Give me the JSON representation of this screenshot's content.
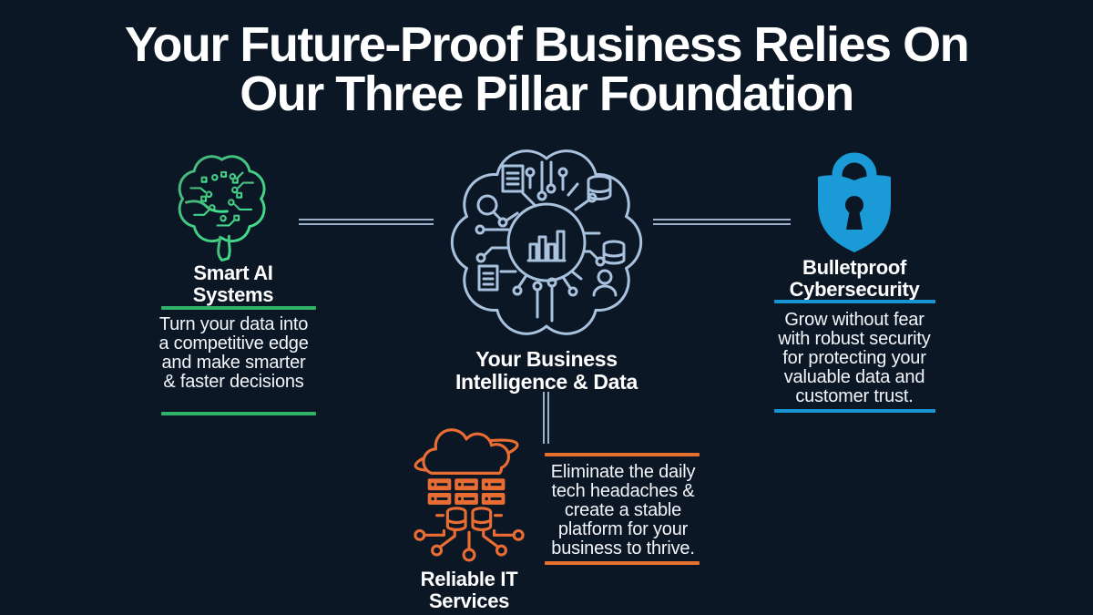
{
  "title": {
    "line1": "Your Future-Proof Business Relies On",
    "line2": "Our Three Pillar Foundation"
  },
  "center": {
    "label": "Your Business Intelligence & Data",
    "icon": "circuit-brain-data-icon",
    "icon_color": "#a9c2de"
  },
  "pillars": {
    "ai": {
      "heading": "Smart AI Systems",
      "body": "Turn your data into a competitive edge and make smarter & faster decisions",
      "accent": "#2fb469",
      "icon": "circuit-brain-icon"
    },
    "security": {
      "heading": "Bulletproof Cybersecurity",
      "body": "Grow without fear with robust security for protecting your valuable data and customer trust.",
      "accent": "#1796d3",
      "icon": "shield-lock-icon"
    },
    "it": {
      "heading": "Reliable IT Services",
      "body": "Eliminate the daily tech headaches & create a stable platform for your business to thrive.",
      "accent": "#e8702f",
      "icon": "cloud-server-icon"
    }
  },
  "colors": {
    "background": "#0c1726",
    "connector": "#9cb0ca",
    "text": "#ffffff",
    "green": "#2fb469",
    "blue": "#1796d3",
    "orange": "#e8702f",
    "steel": "#a9c2de"
  }
}
